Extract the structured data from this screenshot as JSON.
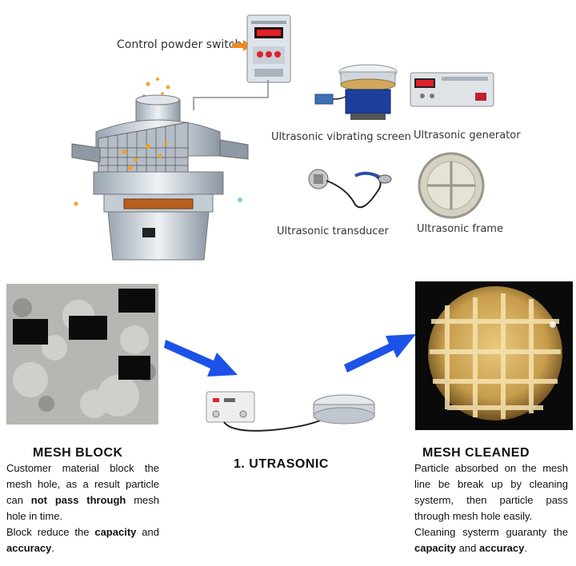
{
  "top_labels": {
    "control_switch": "Control powder switch",
    "vibrating_screen": "Ultrasonic vibrating screen",
    "generator": "Ultrasonic generator",
    "transducer": "Ultrasonic transducer",
    "frame": "Ultrasonic frame"
  },
  "center": {
    "title": "1. UTRASONIC"
  },
  "left": {
    "title": "MESH BLOCK",
    "p1_a": "Customer material block the mesh hole, as a result particle can ",
    "p1_b": "not pass through",
    "p1_c": " mesh hole in time.",
    "p2_a": "Block reduce the ",
    "p2_b": "capacity",
    "p2_c": " and ",
    "p2_d": "accuracy",
    "p2_e": "."
  },
  "right": {
    "title": "MESH CLEANED",
    "p1": "Particle absorbed on the mesh line be break up by cleaning systerm, then particle pass through mesh hole easily.",
    "p2_a": "Cleaning systerm guaranty the ",
    "p2_b": "capacity",
    "p2_c": " and ",
    "p2_d": "accuracy",
    "p2_e": "."
  },
  "colors": {
    "arrow_blue": "#1c52e8",
    "pointer_orange": "#f08a1c",
    "display_red": "#e0202a"
  }
}
